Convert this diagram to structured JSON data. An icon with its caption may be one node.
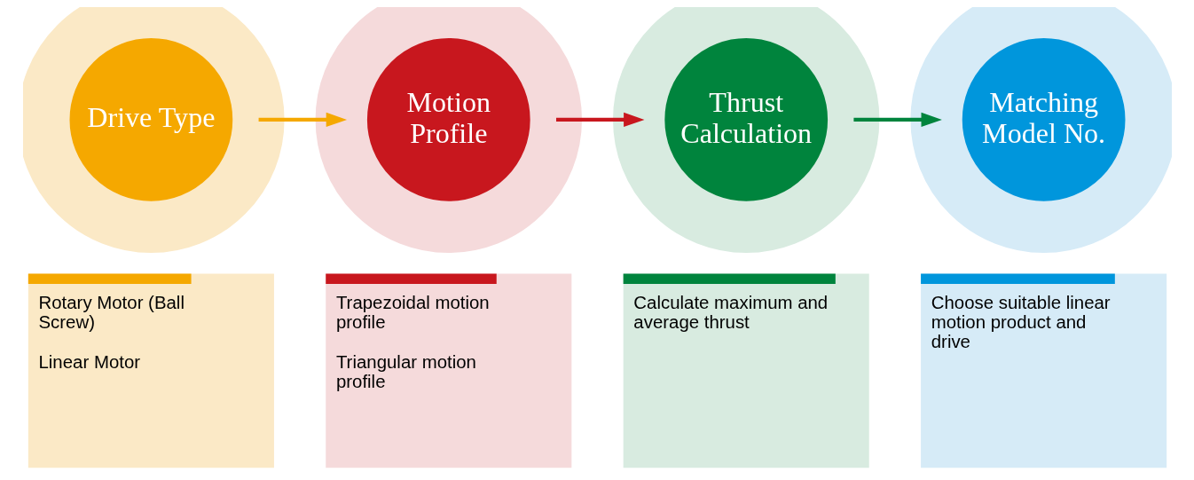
{
  "diagram": {
    "nodes": [
      {
        "text": [
          "Drive Type"
        ]
      },
      {
        "text": [
          "Motion Profile"
        ]
      },
      {
        "text": [
          "Thrust Calculation"
        ]
      },
      {
        "text": [
          "Matching Model No."
        ]
      },
      {
        "text": [
          "Rotary Motor (Ball Screw)",
          "Linear Motor"
        ]
      },
      {
        "text": [
          "Trapezoidal motion profile",
          "Triangular motion profile"
        ]
      },
      {
        "text": [
          "Calculate maximum and average thrust"
        ]
      },
      {
        "text": [
          "Choose suitable linear motion product and drive"
        ]
      }
    ],
    "edges": [
      {
        "from": 0,
        "to": 1,
        "arrow": "to",
        "color": "#f5a800"
      },
      {
        "from": 1,
        "to": 2,
        "arrow": "to",
        "color": "#c8171e"
      },
      {
        "from": 2,
        "to": 3,
        "arrow": "to",
        "color": "#00843d"
      }
    ]
  }
}
